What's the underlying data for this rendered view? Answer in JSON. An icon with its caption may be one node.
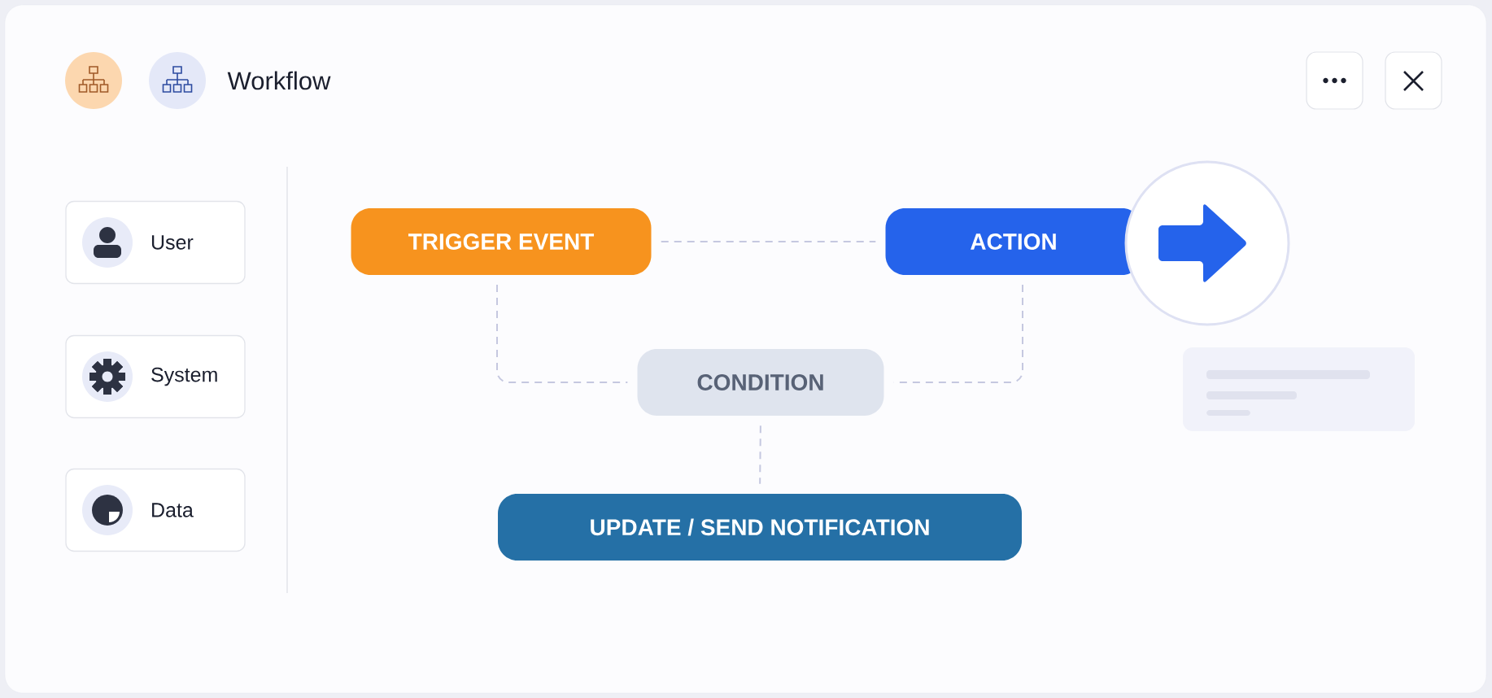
{
  "diagram": {
    "title": "Workflow",
    "nodes": [
      {
        "text": [
          "User"
        ]
      },
      {
        "text": [
          "System"
        ]
      },
      {
        "text": [
          "Data"
        ]
      },
      {
        "text": [
          "TRIGGER EVENT"
        ]
      },
      {
        "text": [
          "ACTION"
        ]
      },
      {
        "text": [
          "CONDITION"
        ]
      },
      {
        "text": [
          "UPDATE / SEND NOTIFICATION"
        ]
      }
    ],
    "edges": [
      {
        "from": 3,
        "to": 4,
        "arrow": "none",
        "style": "dashed"
      },
      {
        "from": 3,
        "to": 5,
        "arrow": "none",
        "style": "dashed"
      },
      {
        "from": 4,
        "to": 5,
        "arrow": "none",
        "style": "dashed"
      },
      {
        "from": 5,
        "to": 6,
        "arrow": "none",
        "style": "dashed"
      }
    ]
  }
}
